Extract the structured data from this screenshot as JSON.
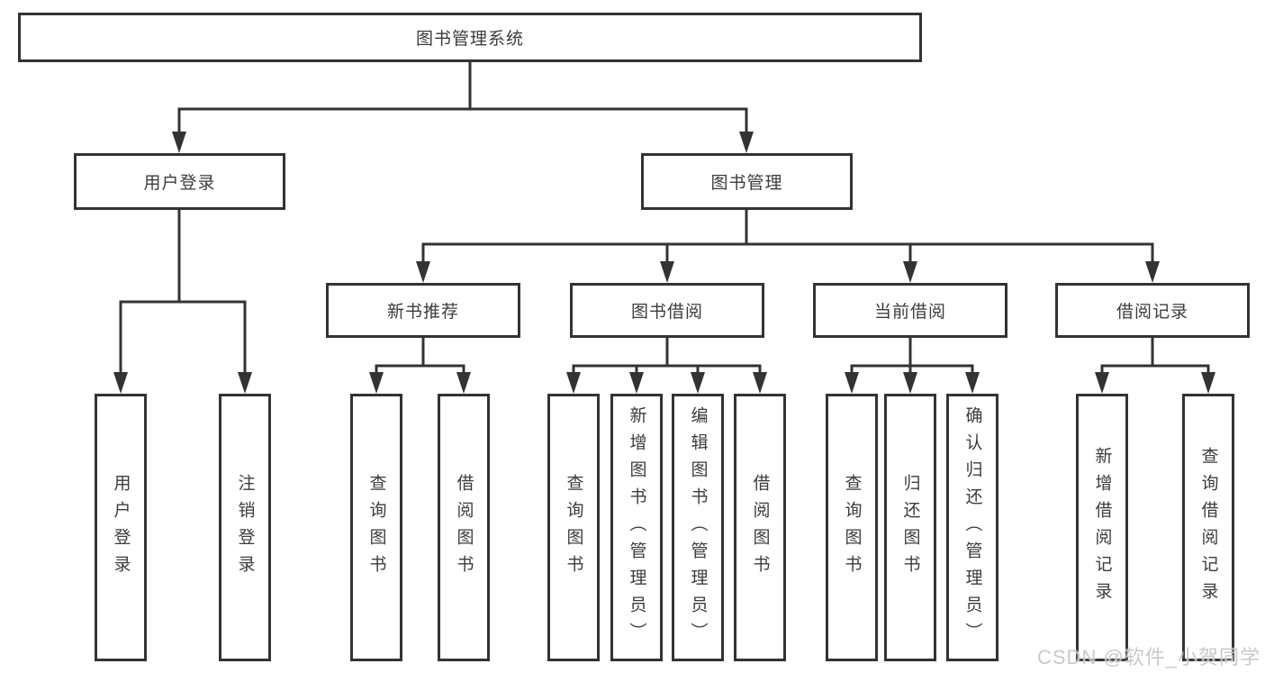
{
  "tree": {
    "root": "图书管理系统",
    "login": {
      "label": "用户登录",
      "children": [
        "用户登录",
        "注销登录"
      ]
    },
    "management": {
      "label": "图书管理",
      "sections": [
        {
          "label": "新书推荐",
          "children": [
            "查询图书",
            "借阅图书"
          ]
        },
        {
          "label": "图书借阅",
          "children": [
            "查询图书",
            "新增图书（管理员）",
            "编辑图书（管理员）",
            "借阅图书"
          ]
        },
        {
          "label": "当前借阅",
          "children": [
            "查询图书",
            "归还图书",
            "确认归还（管理员）"
          ]
        },
        {
          "label": "借阅记录",
          "children": [
            "新增借阅记录",
            "查询借阅记录"
          ]
        }
      ]
    }
  },
  "colors": {
    "line": "#333333",
    "text": "#3c3c3c",
    "background": "#ffffff",
    "watermark": "#c3c3c3"
  },
  "watermark": "CSDN @软件_小贺同学"
}
